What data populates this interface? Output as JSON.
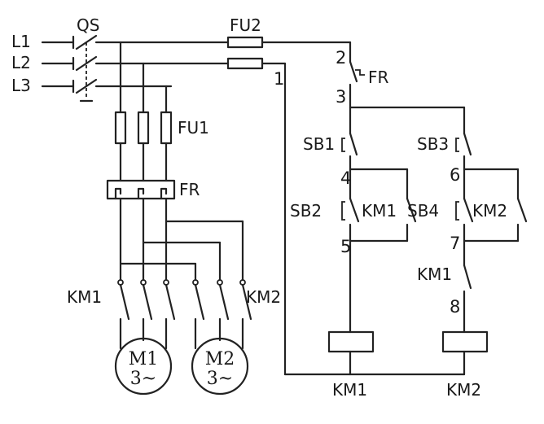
{
  "labels": {
    "l1": "L1",
    "l2": "L2",
    "l3": "L3",
    "qs": "QS",
    "fu1": "FU1",
    "fu2": "FU2",
    "fr_main": "FR",
    "fr_ctrl": "FR",
    "km1_main": "KM1",
    "km2_main": "KM2",
    "sb1": "SB1",
    "sb2": "SB2",
    "sb3": "SB3",
    "sb4": "SB4",
    "km1_aux": "KM1",
    "km2_aux": "KM2",
    "km1_interlock": "KM1",
    "coil_km1": "KM1",
    "coil_km2": "KM2"
  },
  "nodes": {
    "n1": "1",
    "n2": "2",
    "n3": "3",
    "n4": "4",
    "n5": "5",
    "n6": "6",
    "n7": "7",
    "n8": "8"
  },
  "motors": {
    "m1": {
      "name": "M1",
      "phase": "3~"
    },
    "m2": {
      "name": "M2",
      "phase": "3~"
    }
  }
}
